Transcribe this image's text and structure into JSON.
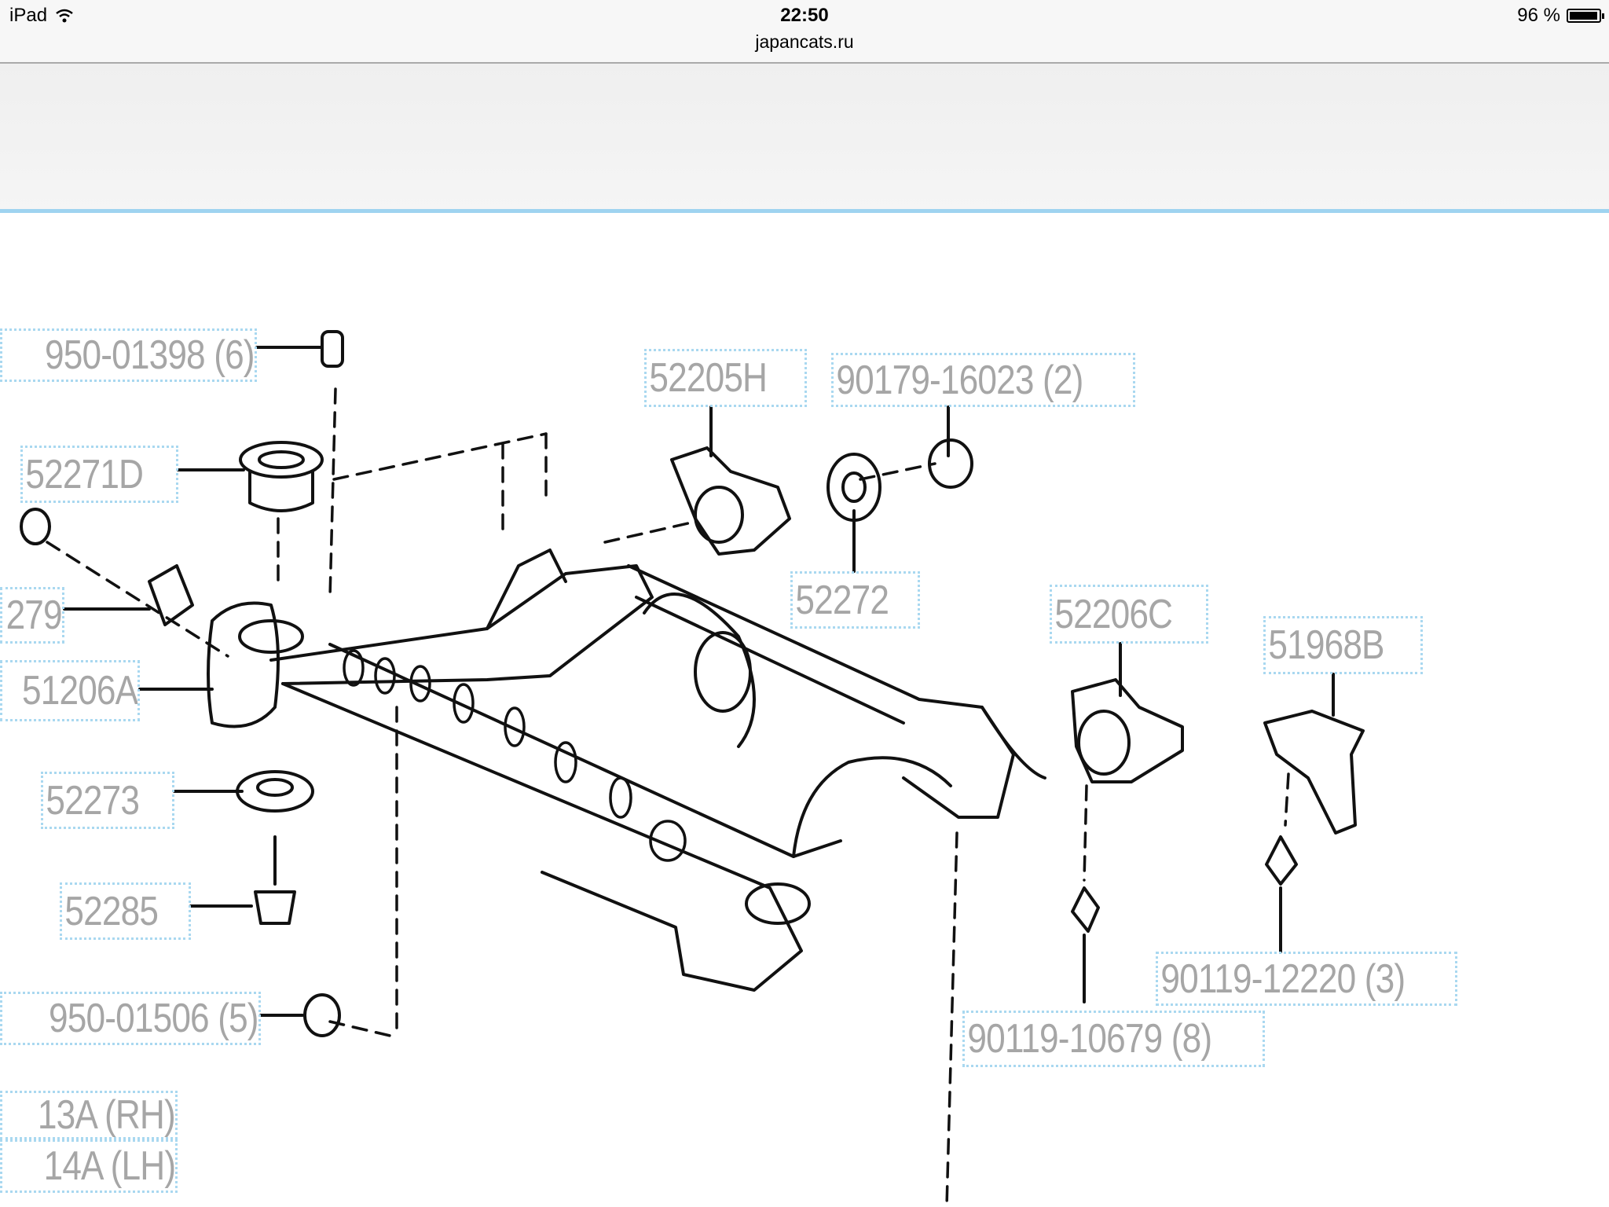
{
  "status_bar": {
    "device": "iPad",
    "time": "22:50",
    "url": "japancats.ru",
    "battery": "96 %",
    "battery_level": 0.96
  },
  "labels": {
    "l1": "950-01398 (6)",
    "l2": "52205H",
    "l3": "90179-16023 (2)",
    "l4": "52271D",
    "l5": "279",
    "l6": "51206A",
    "l7": "52272",
    "l8": "52206C",
    "l9": "51968B",
    "l10": "52273",
    "l11": "52285",
    "l12": "950-01506 (5)",
    "l13": "90119-12220 (3)",
    "l14": "90119-10679 (8)",
    "l15": "13A (RH)",
    "l16": "14A (LH)"
  },
  "colors": {
    "accent": "#9fd3f0",
    "label_text": "#a6a6a6",
    "label_border": "#a9d8f0"
  }
}
